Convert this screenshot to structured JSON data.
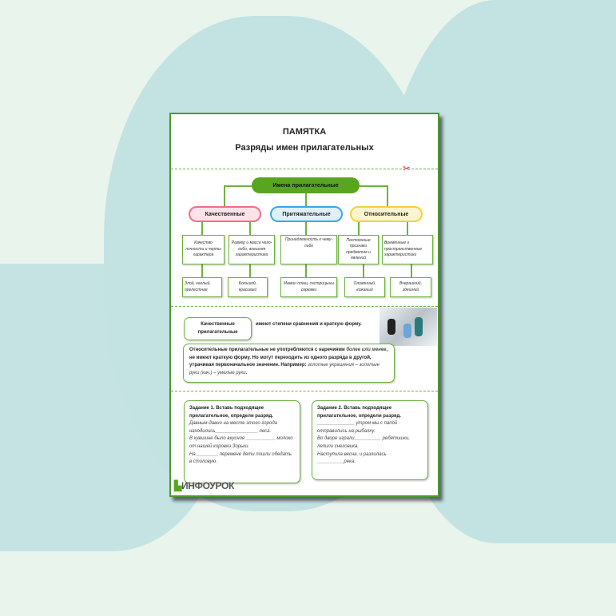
{
  "title": "ПАМЯТКА",
  "subtitle": "Разряды имен прилагательных",
  "diagram": {
    "root": "Имена прилагательные",
    "categories": [
      "Качественные",
      "Притяжательные",
      "Относительные"
    ],
    "descriptions": [
      "Качество личности и черты характера",
      "Размер и масса чего-либо, внешняя характеристика",
      "Принадлежность к чему-либо",
      "Постоянные признаки предметов и явлений",
      "Временные и пространственные характеристики"
    ],
    "examples": [
      "Злой, наглый, прелестная",
      "Большой, красивый",
      "Мамин плащ, сестрицыны сережки",
      "Оловянный, кожаный",
      "Вчерашний, здешний"
    ]
  },
  "note1": {
    "box": "Качественные прилагательные",
    "text": "имеют степени сравнения и краткую форму."
  },
  "note2": {
    "p1": "Относительные прилагательные не употребляются с наречиями ",
    "i1": "более или менее",
    "p2": ", не имеют краткую форму. Но могут переходить из одного разряда в другой, утрачивая первоначальное значение. Например: ",
    "i2": "золотые украшения – золотые руки (кач.) – умелые руки",
    "p3": "."
  },
  "task1": {
    "heading": "Задание 1. Вставь подходящее прилагательное, определи разряд.",
    "lines": [
      "Давным-давно на месте этого города находились________________ леса.",
      "В кувшине было вкусное ___________ молоко от нашей коровки Зорьки.",
      "На ________ перемене дети пошли обедать в столовую."
    ]
  },
  "task2": {
    "heading": "Задание 2. Вставь подходящее прилагательное, определи разряд.",
    "lines": [
      "______________ утром мы с папой отправились на рыбалку.",
      "Во дворе играли__________ ребятишки, лепили снеговика.",
      "Наступила весна, и разлилась __________река."
    ]
  },
  "logo": "ИНФОУРОК",
  "colors": {
    "green": "#5aa51f",
    "pink": "#f26d8a",
    "blue": "#39a9e8",
    "yellow": "#f3d23a"
  }
}
